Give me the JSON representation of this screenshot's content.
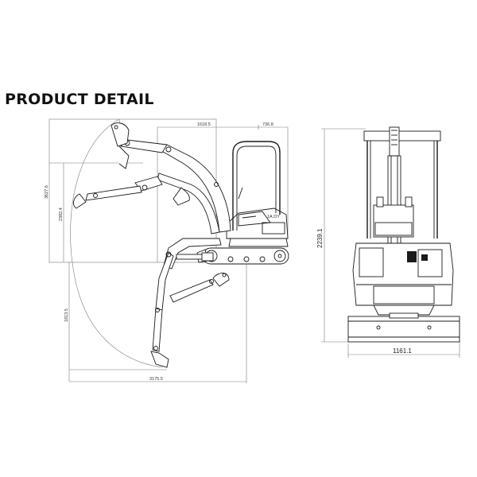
{
  "heading": "PRODUCT DETAIL",
  "dimensions": {
    "boom_reach_top": "1618.5",
    "cab_offset": "736.8",
    "max_dig_height": "3627.6",
    "max_dump_height": "2382.4",
    "max_dig_depth": "1813.5",
    "max_reach": "3175.5",
    "overall_height": "2239.1",
    "overall_width": "1161.1"
  }
}
